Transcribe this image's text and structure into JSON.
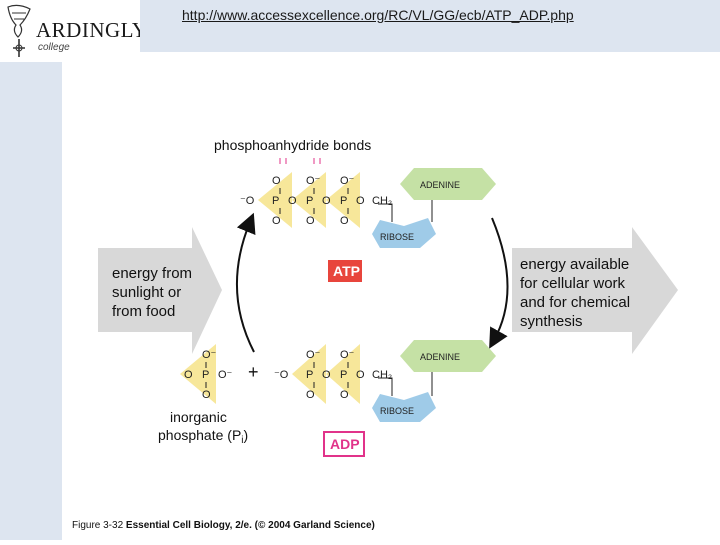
{
  "header": {
    "logo_name": "ARDINGLY",
    "logo_sub": "college",
    "url": "http://www.accessexcellence.org/RC/VL/GG/ecb/ATP_ADP.php"
  },
  "diagram": {
    "top_label": "phosphoanhydride bonds",
    "left_arrow": [
      "energy from",
      "sunlight or",
      "from food"
    ],
    "right_arrow": [
      "energy available",
      "for cellular work",
      "and for chemical",
      "synthesis"
    ],
    "atp_label": "ATP",
    "adp_label": "ADP",
    "adenine": "ADENINE",
    "ribose": "RIBOSE",
    "pi_label": [
      "inorganic",
      "phosphate (P",
      "i",
      ")"
    ],
    "plus": "+",
    "atp_chain": [
      "⁻O",
      "P",
      "O",
      "P",
      "O",
      "P",
      "O",
      "CH₂"
    ],
    "adp_chain": [
      "⁻O",
      "P",
      "O",
      "P",
      "O",
      "CH₂"
    ],
    "pi_chain": [
      "O",
      "P",
      "O⁻"
    ],
    "o_top": "O",
    "o_minus": "O⁻",
    "colors": {
      "atp_red": "#e8453c",
      "adp_pink": "#e1338a",
      "phosphate_yellow": "#f7e79a",
      "adenine_green": "#c5e1a5",
      "ribose_blue": "#9fcbe8",
      "arrow_gray": "#d8d8d8"
    }
  },
  "caption": {
    "figure": "Figure 3-32",
    "book": "Essential Cell Biology, 2/e.",
    "copyright": "(© 2004 Garland Science)"
  }
}
